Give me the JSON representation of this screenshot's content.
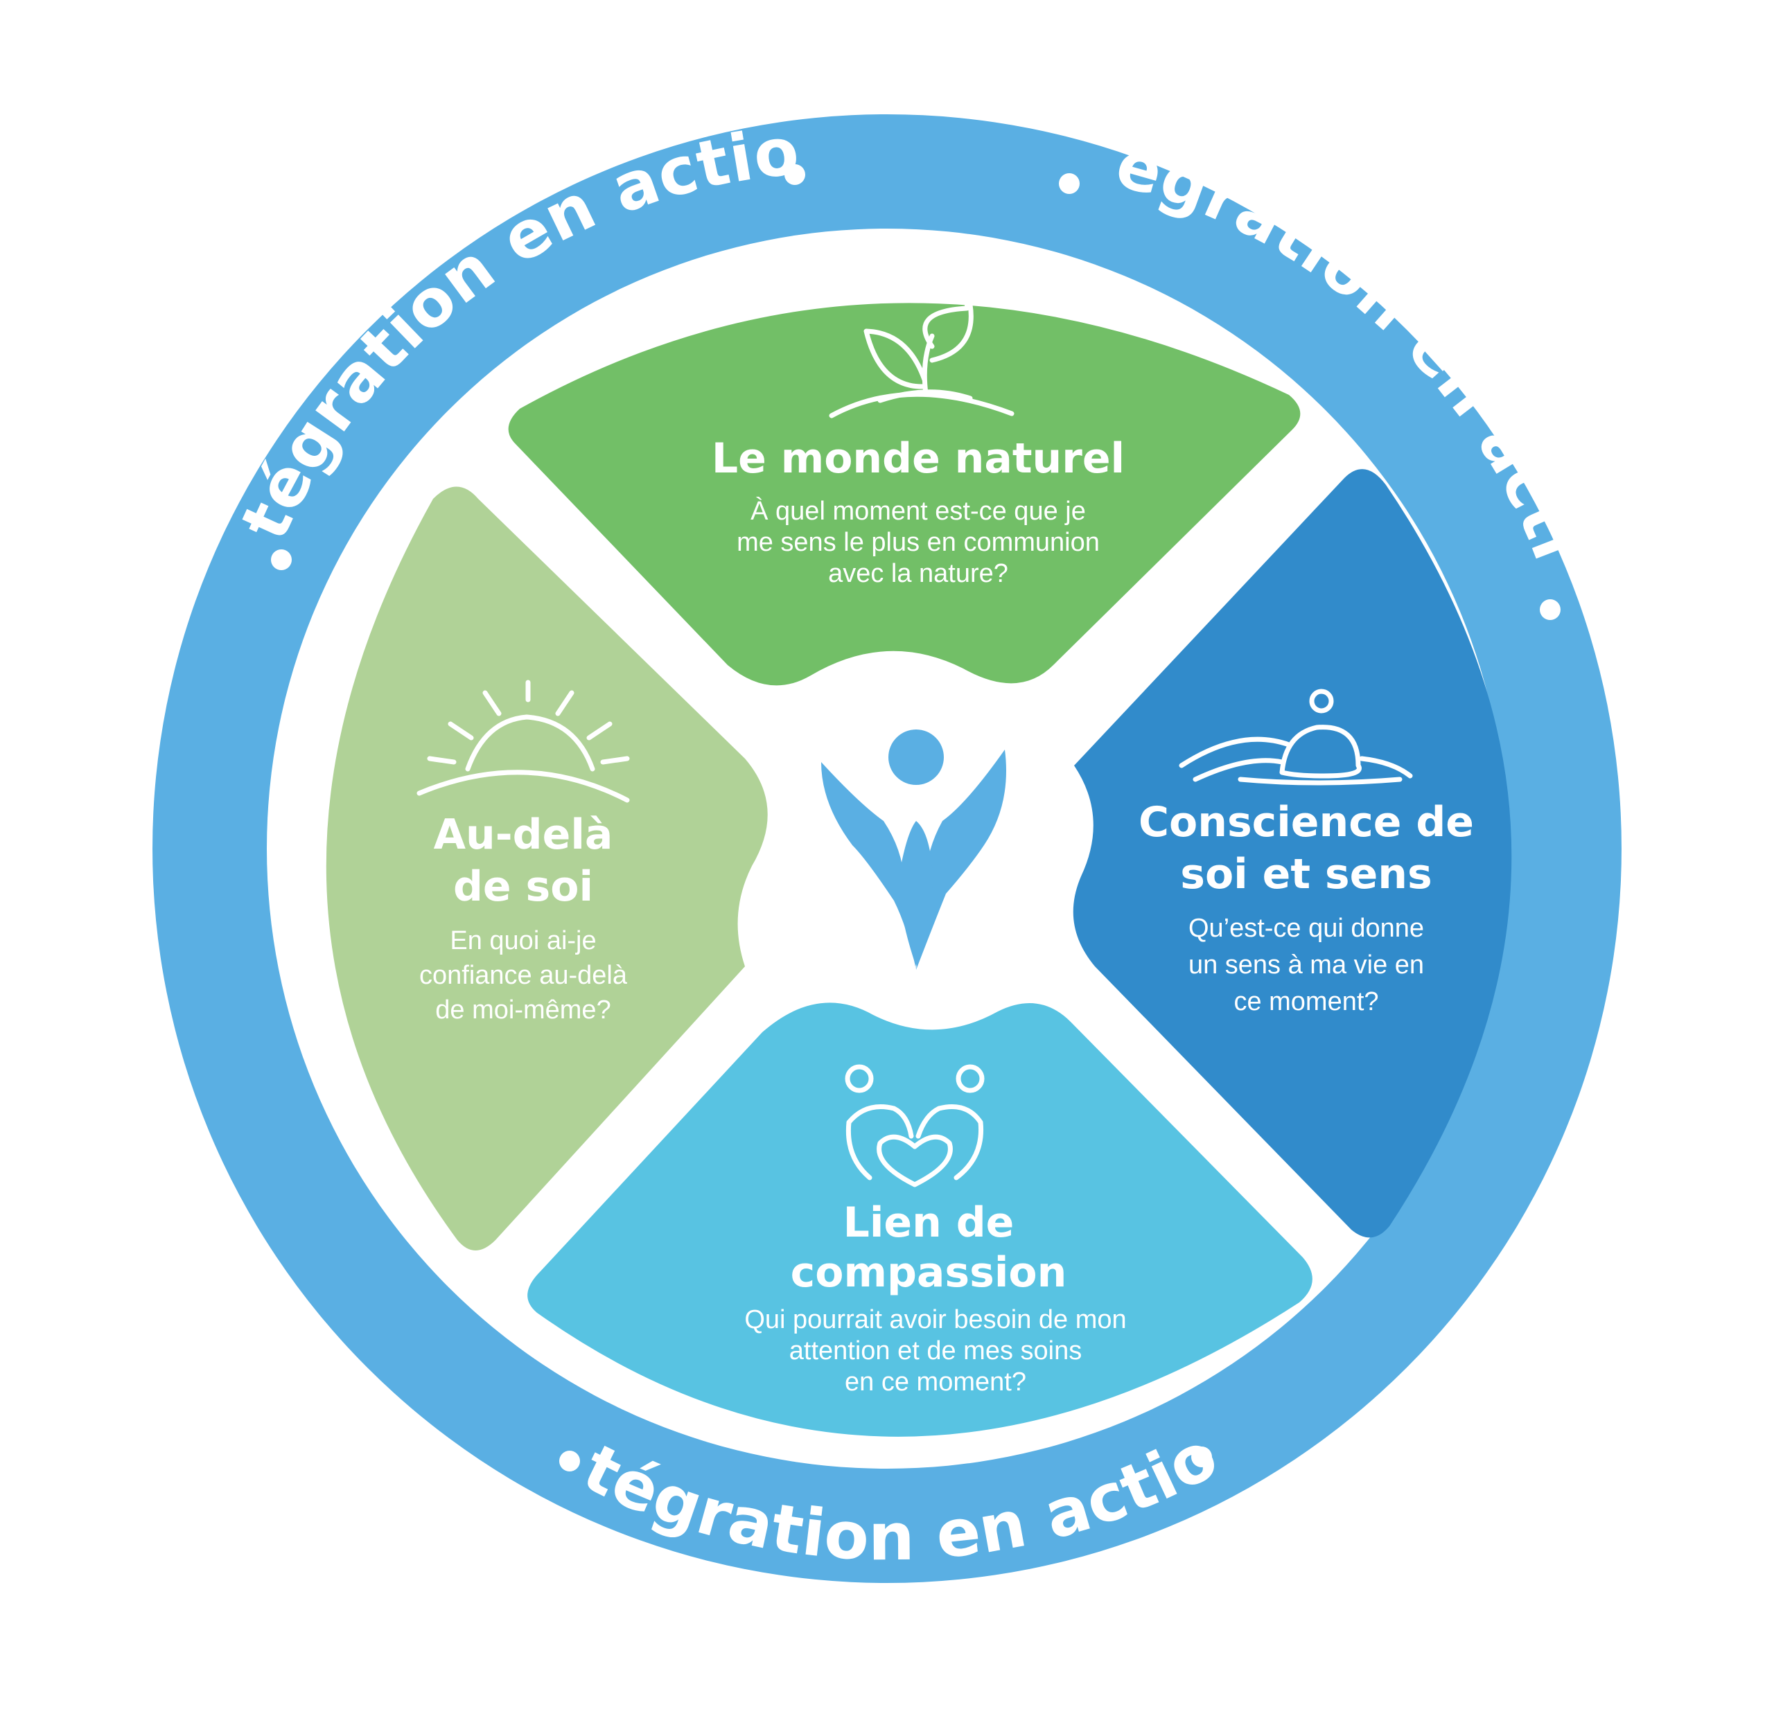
{
  "ring": {
    "label": "Intégration en action",
    "color": "#5aafe3"
  },
  "quadrants": {
    "top": {
      "title": "Le monde naturel",
      "question": [
        "À quel moment est-ce que je",
        "me sens le plus en communion",
        "avec la nature?"
      ],
      "icon": "sprout-icon",
      "color": "#72bf67"
    },
    "left": {
      "title": [
        "Au-delà",
        "de soi"
      ],
      "question": [
        "En quoi ai-je",
        "confiance au-delà",
        "de moi-même?"
      ],
      "icon": "sunrise-icon",
      "color": "#b0d297"
    },
    "right": {
      "title": [
        "Conscience de",
        "soi et sens"
      ],
      "question": [
        "Qu’est-ce qui donne",
        "un sens à ma vie en",
        "ce moment?"
      ],
      "icon": "person-waves-icon",
      "color": "#318bcb"
    },
    "bottom": {
      "title": [
        "Lien de",
        "compassion"
      ],
      "question": [
        "Qui pourrait avoir besoin de mon",
        "attention et de mes soins",
        "en ce moment?"
      ],
      "icon": "two-people-heart-icon",
      "color": "#58c3e2"
    }
  },
  "center": {
    "icon": "person-leaves-icon",
    "color": "#5aafe3"
  }
}
